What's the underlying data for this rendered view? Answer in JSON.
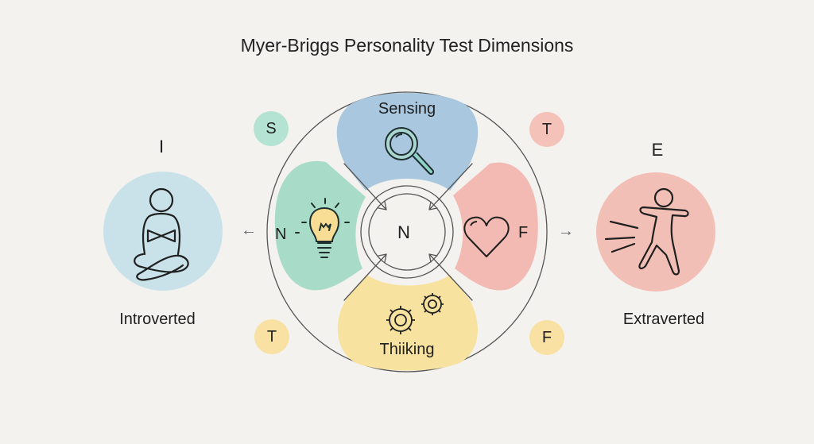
{
  "title": "Myer-Briggs Personality Test Dimensions",
  "left": {
    "letter": "I",
    "label": "Introverted",
    "icon": "meditating-person-icon",
    "color": "#c9e1e8",
    "arrow": "←"
  },
  "right": {
    "letter": "E",
    "label": "Extraverted",
    "icon": "energetic-person-icon",
    "color": "#f2bfb6",
    "arrow": "→"
  },
  "center": {
    "core_letter": "N",
    "quadrants": [
      {
        "id": "top",
        "label": "Sensing",
        "icon": "magnifying-glass-icon",
        "color": "#a9c8e0"
      },
      {
        "id": "left",
        "label": "N",
        "icon": "lightbulb-icon",
        "color": "#a8dcc8"
      },
      {
        "id": "right",
        "label": "F",
        "icon": "heart-icon",
        "color": "#f2bab3"
      },
      {
        "id": "bottom",
        "label": "Thiiking",
        "icon": "gears-icon",
        "color": "#f8e2a0"
      }
    ]
  },
  "badges": [
    {
      "letter": "S",
      "color": "#b5e3d3"
    },
    {
      "letter": "T",
      "color": "#f4c2b8"
    },
    {
      "letter": "T",
      "color": "#f8e1a2"
    },
    {
      "letter": "F",
      "color": "#f8e1a2"
    }
  ]
}
